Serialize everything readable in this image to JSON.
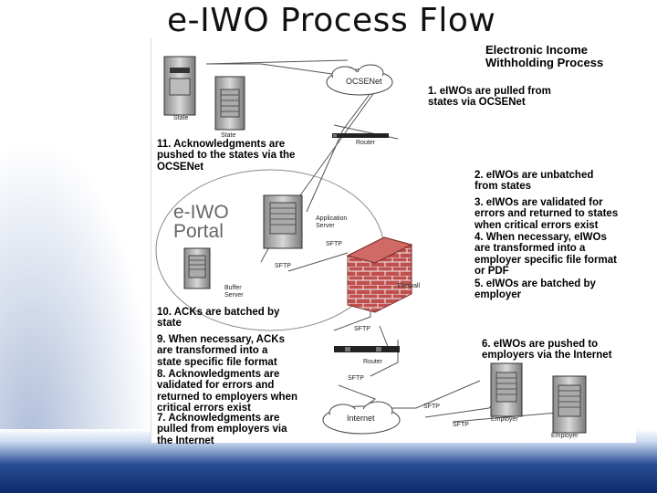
{
  "slide": {
    "title": "e-IWO Process Flow"
  },
  "diagram": {
    "heading": "Electronic Income\nWithholding Process",
    "portal_name": "e-IWO\nPortal",
    "clouds": {
      "ocse": "OCSENet",
      "internet": "Internet"
    },
    "nodes": {
      "state_server": "State",
      "state_tower": "State",
      "app_server": "Application\nServer",
      "buffer_server": "Buffer\nServer",
      "employer1": "Employer",
      "employer2": "Employer",
      "router_top": "Router",
      "router_bottom": "Router",
      "firewall": "Firewall"
    },
    "protocols": {
      "sftp_app": "SFTP",
      "sftp_buffer": "SFTP",
      "sftp_mid": "SFTP",
      "sftp_low": "SFTP",
      "sftp_emp": "SFTP",
      "sftp_inet": "SFTP"
    },
    "steps": [
      "1. eIWOs are pulled from\nstates via OCSENet",
      "2. eIWOs are unbatched\nfrom states",
      "3. eIWOs are validated for\nerrors and returned to states\nwhen critical errors exist",
      "4. When necessary, eIWOs\nare transformed into a\nemployer specific file format\nor PDF",
      "5. eIWOs are batched by\nemployer",
      "6. eIWOs are pushed to\nemployers via the Internet",
      "7. Acknowledgments are\npulled from employers via\nthe Internet",
      "8. Acknowledgments are\nvalidated for errors and\nreturned to employers when\ncritical errors exist",
      "9. When necessary, ACKs\nare transformed into a\nstate specific file format",
      "10. ACKs are batched by\nstate",
      "11. Acknowledgments are\npushed to the states via the\nOCSENet"
    ]
  }
}
